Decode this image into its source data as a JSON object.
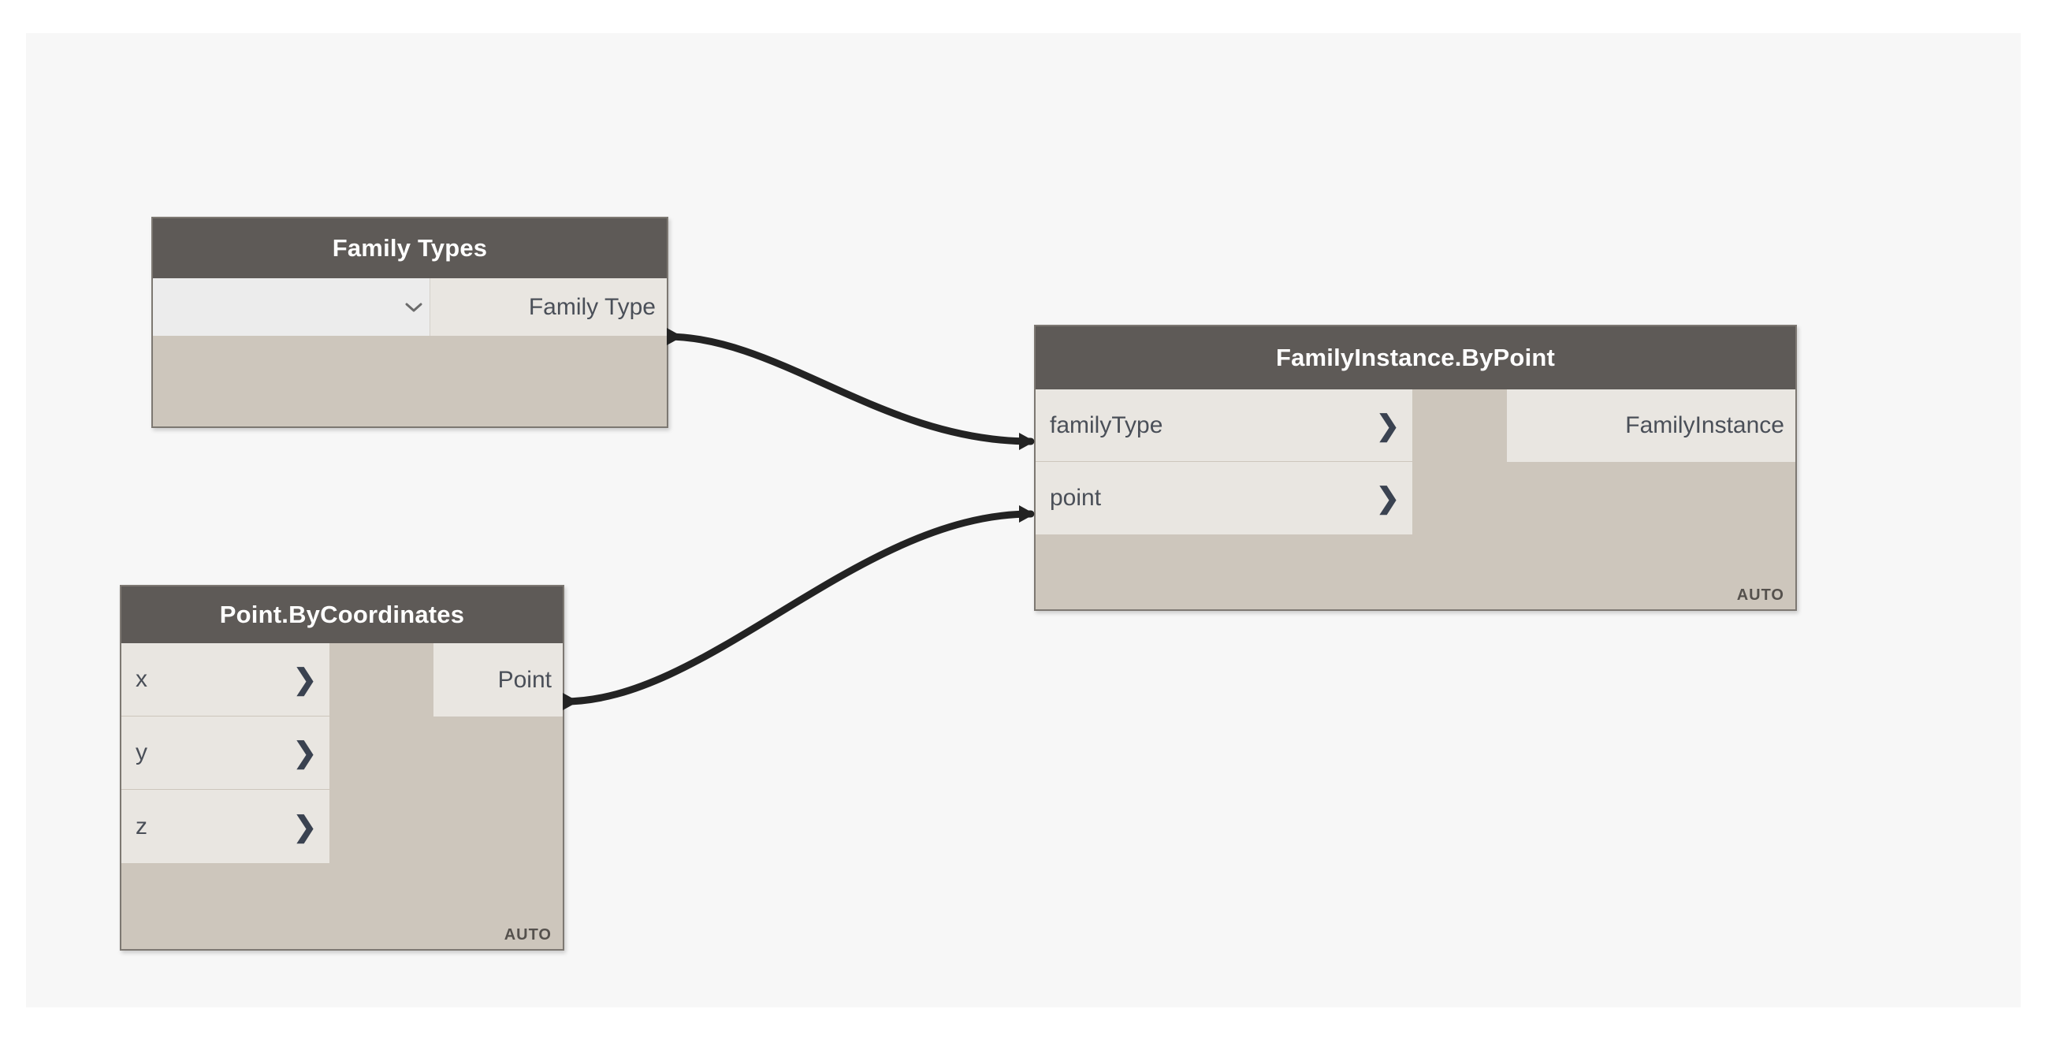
{
  "canvas": {
    "background_color": "#f7f7f7",
    "page_background_color": "#ffffff"
  },
  "theme": {
    "node_header_color": "#5e5a57",
    "node_body_color": "#cdc6bc",
    "port_row_color": "#e9e6e1",
    "port_label_color": "#4a4f58",
    "wire_color": "#232323",
    "dropdown_color": "#ececec"
  },
  "nodes": [
    {
      "id": "family-types",
      "title": "Family Types",
      "dropdown": {
        "value": "",
        "placeholder": "",
        "chevron_icon": "chevron-down-icon"
      },
      "inputs": [],
      "outputs": [
        {
          "label": "Family Type"
        }
      ],
      "auto_badge": "",
      "has_auto": false
    },
    {
      "id": "family-instance-by-point",
      "title": "FamilyInstance.ByPoint",
      "inputs": [
        {
          "label": "familyType",
          "chevron_icon": "chevron-right-icon",
          "chevron": "❯"
        },
        {
          "label": "point",
          "chevron_icon": "chevron-right-icon",
          "chevron": "❯"
        }
      ],
      "outputs": [
        {
          "label": "FamilyInstance"
        }
      ],
      "auto_badge": "AUTO",
      "has_auto": true
    },
    {
      "id": "point-by-coordinates",
      "title": "Point.ByCoordinates",
      "inputs": [
        {
          "label": "x",
          "chevron_icon": "chevron-right-icon",
          "chevron": "❯"
        },
        {
          "label": "y",
          "chevron_icon": "chevron-right-icon",
          "chevron": "❯"
        },
        {
          "label": "z",
          "chevron_icon": "chevron-right-icon",
          "chevron": "❯"
        }
      ],
      "outputs": [
        {
          "label": "Point"
        }
      ],
      "auto_badge": "AUTO",
      "has_auto": true
    }
  ],
  "connections": [
    {
      "from": "family-types.Family Type",
      "to": "family-instance-by-point.familyType"
    },
    {
      "from": "point-by-coordinates.Point",
      "to": "family-instance-by-point.point"
    }
  ]
}
